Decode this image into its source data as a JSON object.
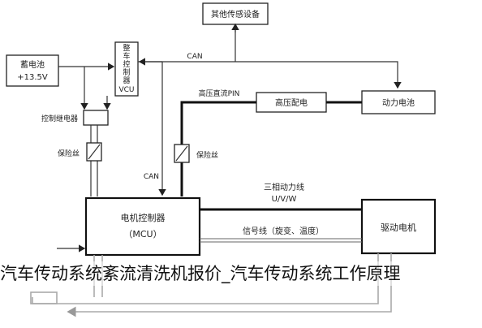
{
  "diagram": {
    "other_sensors": "其他传感设备",
    "battery": [
      "蓄电池",
      "+13.5V"
    ],
    "vcu": [
      "整",
      "车",
      "控",
      "制",
      "器",
      "VCU"
    ],
    "relay": "控制继电器",
    "power_battery": "动力电池",
    "hv_distribution": "高压配电",
    "hv_dc_label": "高压直流PIN",
    "can_top": "CAN",
    "can_mid": "CAN",
    "fuse_left": "保险丝",
    "fuse_right": "保险丝",
    "three_phase": [
      "三相动力线",
      "U/V/W"
    ],
    "mcu": [
      "电机控制器",
      "（MCU）"
    ],
    "signal_line": "信号线（旋变、温度）",
    "drive_motor": "驱动电机"
  },
  "caption": "汽车传动系统紊流清洗机报价_汽车传动系统工作原理"
}
